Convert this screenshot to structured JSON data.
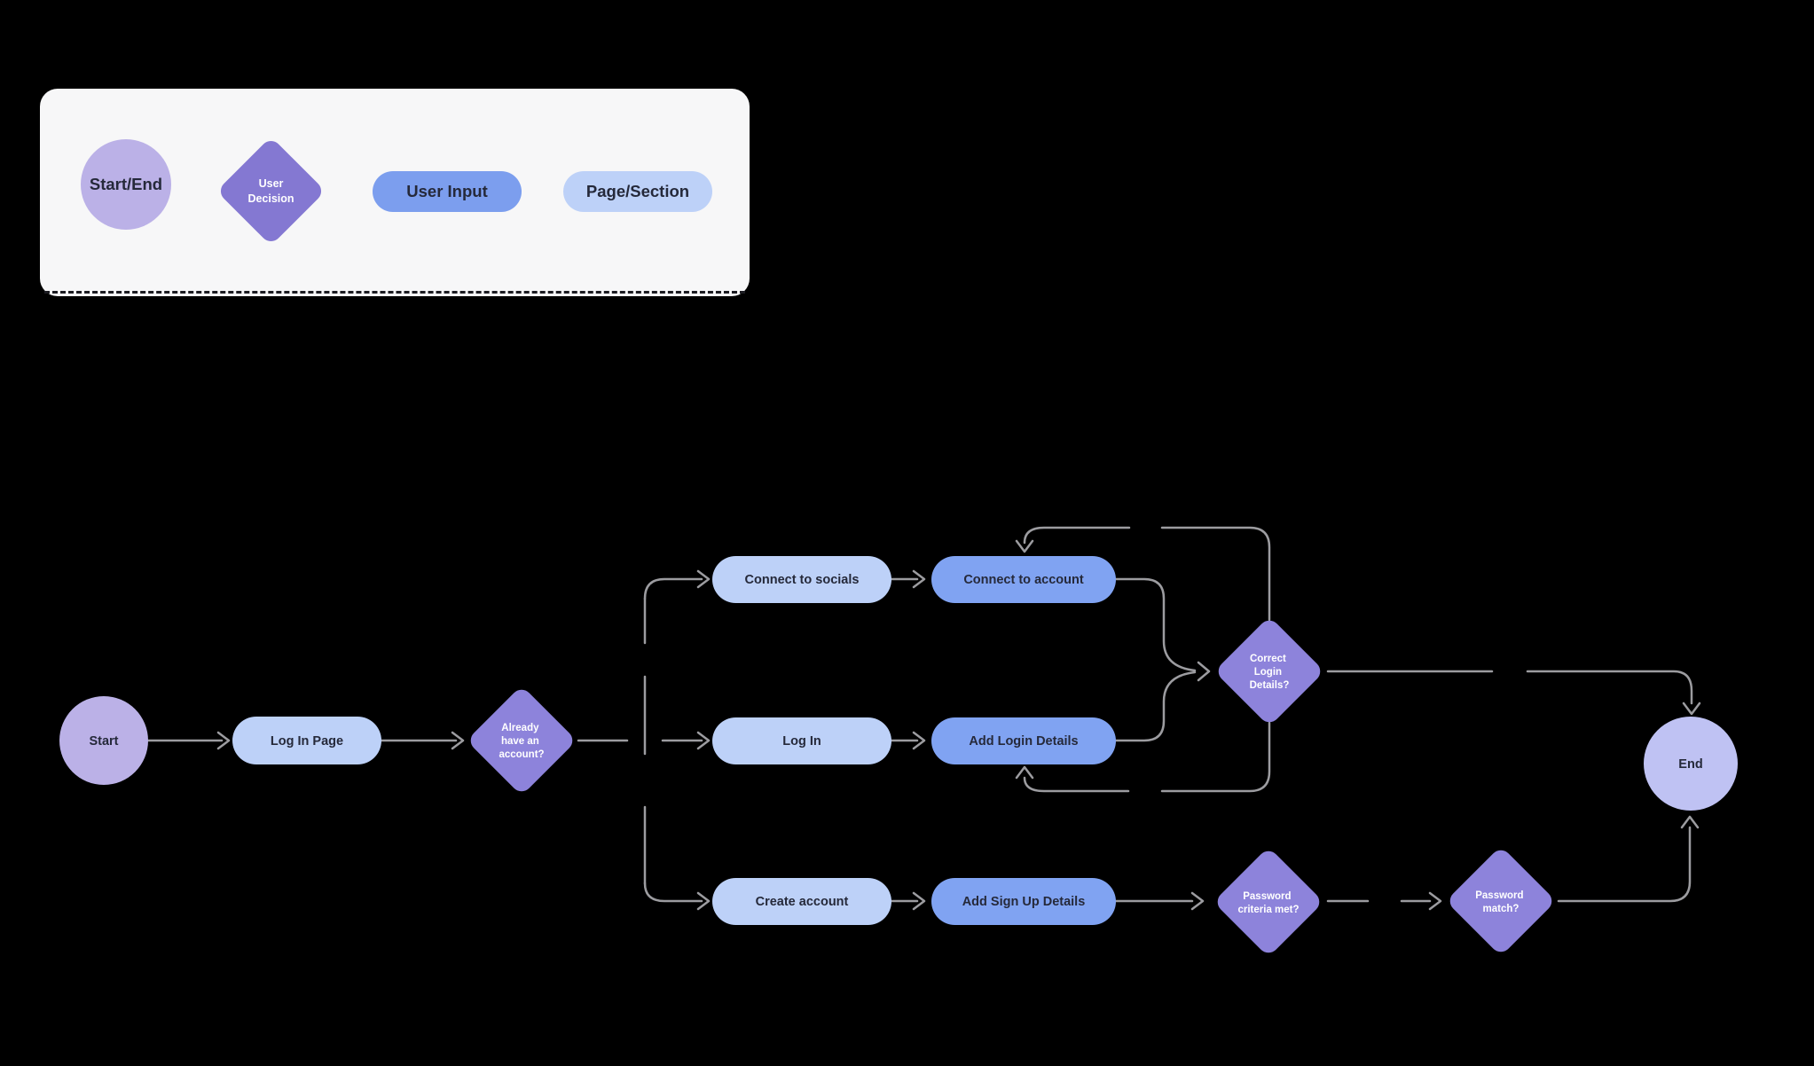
{
  "colors": {
    "background": "#000000",
    "legend_card": "#F7F7F8",
    "start_end_lavender": "#BBB1E7",
    "end_lavender": "#BFC2F3",
    "decision_purple": "#8D83DB",
    "legend_decision_purple": "#8478D2",
    "user_input_blue": "#80A3F2",
    "legend_user_input_blue": "#7C9EEE",
    "page_section_light_blue": "#BDD1F8",
    "connector_gray": "#9C9CA0",
    "label_dark": "#25293A",
    "label_white": "#FFFFFF"
  },
  "legend": {
    "items": [
      {
        "shape": "circle",
        "label": "Start/End"
      },
      {
        "shape": "diamond",
        "label_lines": [
          "User",
          "Decision"
        ]
      },
      {
        "shape": "pill",
        "label": "User Input"
      },
      {
        "shape": "pill",
        "label": "Page/Section"
      }
    ]
  },
  "flowchart": {
    "nodes": {
      "start": {
        "type": "start-end",
        "label": "Start"
      },
      "login_page": {
        "type": "page-section",
        "label": "Log In Page"
      },
      "already_have_account": {
        "type": "decision",
        "label_lines": [
          "Already",
          "have an",
          "account?"
        ]
      },
      "connect_to_socials": {
        "type": "page-section",
        "label": "Connect to socials"
      },
      "connect_to_account": {
        "type": "user-input",
        "label": "Connect to account"
      },
      "log_in": {
        "type": "page-section",
        "label": "Log In"
      },
      "add_login_details": {
        "type": "user-input",
        "label": "Add Login Details"
      },
      "create_account": {
        "type": "page-section",
        "label": "Create account"
      },
      "add_sign_up_details": {
        "type": "user-input",
        "label": "Add Sign Up Details"
      },
      "correct_login_details": {
        "type": "decision",
        "label_lines": [
          "Correct",
          "Login",
          "Details?"
        ]
      },
      "password_criteria_met": {
        "type": "decision",
        "label_lines": [
          "Password",
          "criteria met?"
        ]
      },
      "password_match": {
        "type": "decision",
        "label_lines": [
          "Password",
          "match?"
        ]
      },
      "end": {
        "type": "start-end",
        "label": "End"
      }
    }
  }
}
